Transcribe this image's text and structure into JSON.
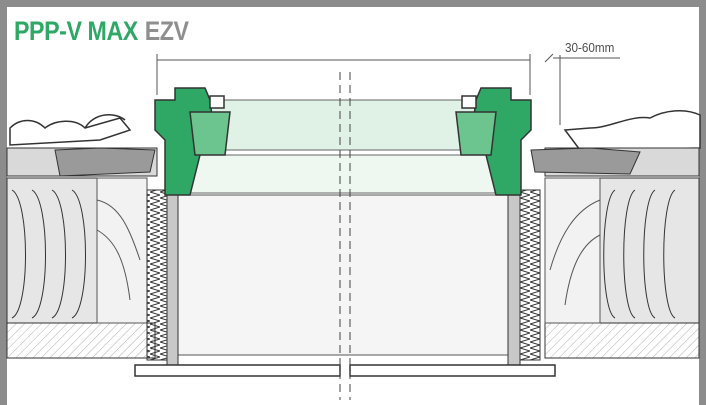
{
  "title": {
    "model": "PPP-V MAX",
    "variant": "EZV"
  },
  "dimension": {
    "label": "30-60mm"
  },
  "colors": {
    "frame": "#8c8c8c",
    "green_profile": "#2fa866",
    "glazing": "#c9ebd4",
    "insulation": "#e6e6e6",
    "timber": "#f2f2f2",
    "flashing": "#9a9a9a"
  }
}
